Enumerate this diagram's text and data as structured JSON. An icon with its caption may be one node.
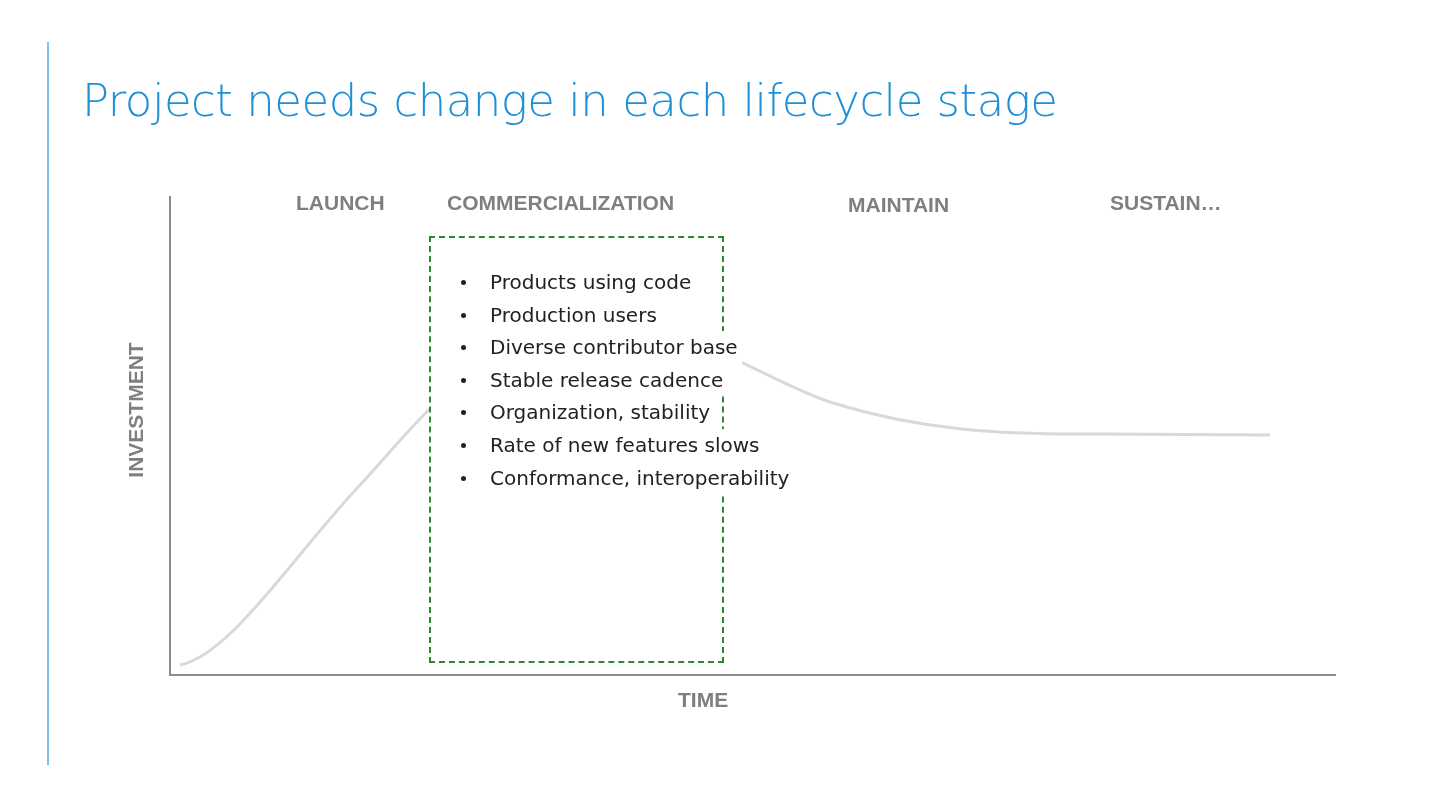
{
  "diagram": {
    "title": "Project needs change in each lifecycle stage",
    "nodes": [
      {
        "text": [
          "Products using code",
          "Production users",
          "Diverse contributor base",
          "Stable release cadence",
          "Organization, stability",
          "Rate of new features slows",
          "Conformance, interoperability"
        ]
      }
    ],
    "edges": [],
    "labels": [
      "LAUNCH",
      "COMMERCIALIZATION",
      "MAINTAIN",
      "SUSTAIN…",
      "INVESTMENT",
      "TIME"
    ]
  }
}
